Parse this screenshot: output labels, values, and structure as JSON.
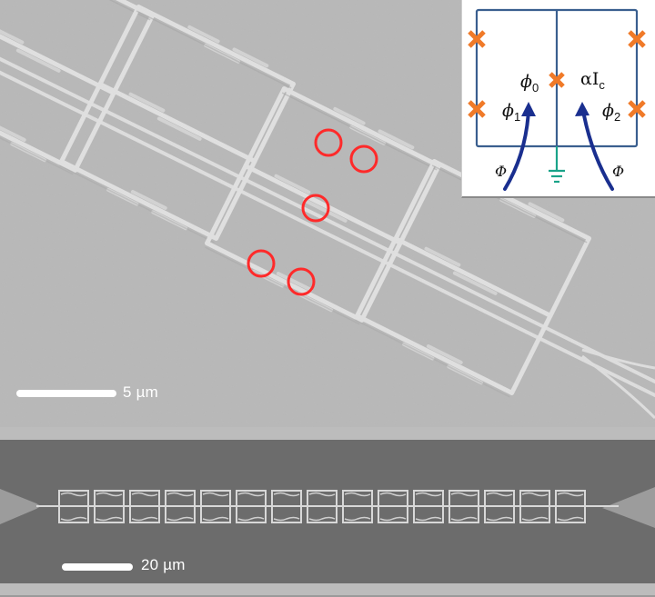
{
  "figure": {
    "type": "SEM micrograph with circuit schematic inset",
    "top_panel": {
      "description": "Zoomed SEM image of Josephson junction chain cells (diagonal)",
      "background_color": "#b9b9b9",
      "wire_color": "#f4f4f4",
      "highlight_circle_color": "#ff2a2a",
      "highlighted_junctions": 5,
      "scale_bar": {
        "label": "5 µm"
      }
    },
    "bottom_panel": {
      "description": "Low-magnification SEM image of full chain between two tapered electrodes",
      "background_color": "#6c6c6c",
      "cell_count": 15,
      "scale_bar": {
        "label": "20 µm"
      }
    },
    "inset": {
      "description": "Circuit schematic of a single cell",
      "line_color": "#3a5f8f",
      "junction_color": "#f07a28",
      "arrow_color": "#1a2f8f",
      "ground_color": "#1aa389",
      "labels": {
        "phi0": "ϕ",
        "phi0_sub": "0",
        "phi1": "ϕ",
        "phi1_sub": "1",
        "phi2": "ϕ",
        "phi2_sub": "2",
        "alpha_ic": "αI",
        "alpha_ic_sub": "c",
        "flux_left": "Φ",
        "flux_right": "Φ"
      }
    }
  }
}
